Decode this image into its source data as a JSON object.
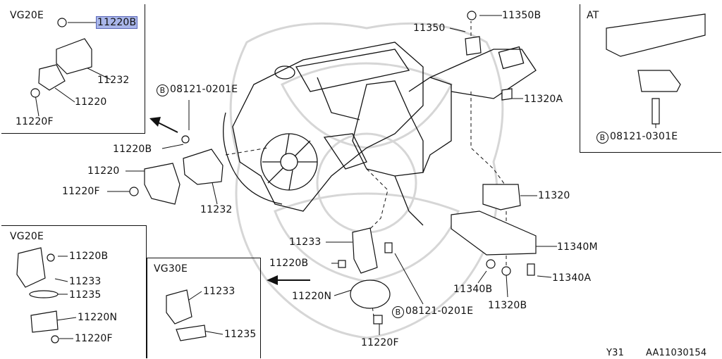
{
  "insets": {
    "vg20e_top": "VG20E",
    "at": "AT",
    "vg20e_bottom": "VG20E",
    "vg30e": "VG30E"
  },
  "callouts": {
    "p11220B_top": "11220B",
    "p11232_top": "11232",
    "p11220_top": "11220",
    "p11220F_top": "11220F",
    "p08121_0201E_main": "08121-0201E",
    "p11220B_main": "11220B",
    "p11220_main": "11220",
    "p11220F_main": "11220F",
    "p11232_main": "11232",
    "p11350": "11350",
    "p11350B": "11350B",
    "p11320A": "11320A",
    "p11320": "11320",
    "p11340M": "11340M",
    "p11340A": "11340A",
    "p11340B": "11340B",
    "p11320B": "11320B",
    "p08121_0301E_at": "08121-0301E",
    "p11233_center": "11233",
    "p11220B_center": "11220B",
    "p11220N_center": "11220N",
    "p08121_0201E_center": "08121-0201E",
    "p11220F_center": "11220F",
    "p11220B_left": "11220B",
    "p11233_left": "11233",
    "p11235_left": "11235",
    "p11220N_left": "11220N",
    "p11220F_left": "11220F",
    "p11233_vg30e": "11233",
    "p11235_vg30e": "11235"
  },
  "ref_symbol": "B",
  "footer": {
    "page": "Y31",
    "code": "AA11030154"
  },
  "colors": {
    "highlight": "#a9b6ea",
    "line": "#111111",
    "watermark": "#d6d6d6"
  }
}
